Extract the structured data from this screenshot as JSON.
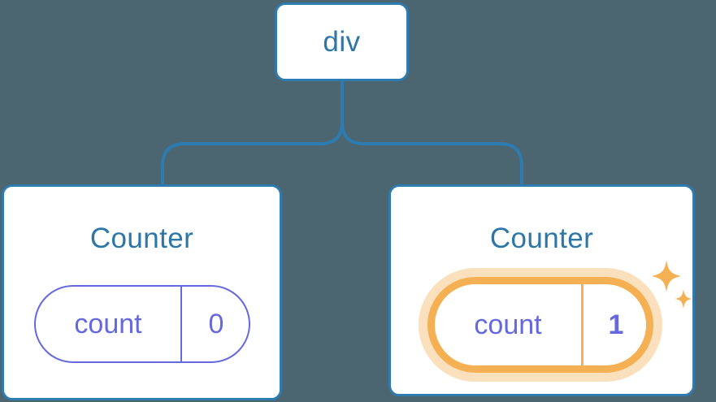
{
  "theme": {
    "background": "#4b6671",
    "node_border": "#2e7baf",
    "node_text": "#2d76a6",
    "state_purple": "#6668dd",
    "highlight_orange": "#f5b053",
    "highlight_halo": "#fae0bc",
    "card_fill": "#ffffff"
  },
  "tree": {
    "root": {
      "label": "div"
    },
    "children": [
      {
        "title": "Counter",
        "state": {
          "key": "count",
          "value": "0",
          "highlighted": false
        }
      },
      {
        "title": "Counter",
        "state": {
          "key": "count",
          "value": "1",
          "highlighted": true
        },
        "sparkle_icons": [
          "sparkle-large",
          "sparkle-small"
        ]
      }
    ]
  }
}
